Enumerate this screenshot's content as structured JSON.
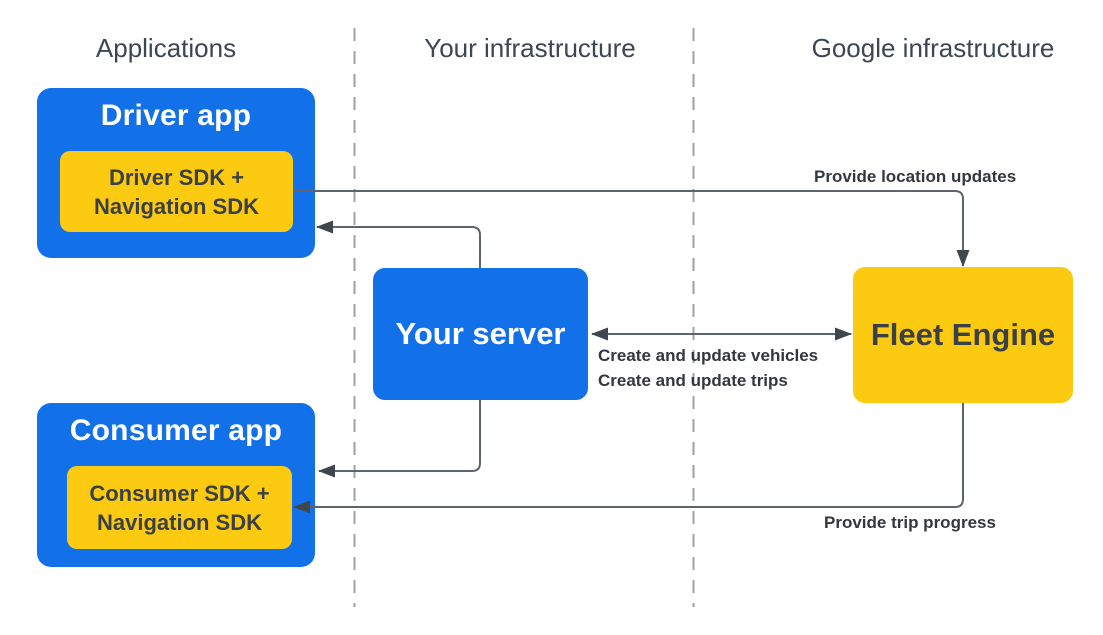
{
  "diagram": {
    "columns": [
      {
        "label": "Applications"
      },
      {
        "label": "Your infrastructure"
      },
      {
        "label": "Google infrastructure"
      }
    ],
    "nodes": {
      "driver_app": {
        "title": "Driver app",
        "sdk": {
          "line1": "Driver SDK +",
          "line2": "Navigation SDK"
        }
      },
      "your_server": {
        "title": "Your server"
      },
      "fleet_engine": {
        "title": "Fleet Engine"
      },
      "consumer_app": {
        "title": "Consumer app",
        "sdk": {
          "line1": "Consumer SDK +",
          "line2": "Navigation SDK"
        }
      }
    },
    "edge_labels": {
      "provide_location_updates": "Provide location updates",
      "create_and_update_vehicles": "Create and update vehicles",
      "create_and_update_trips": "Create and update trips",
      "provide_trip_progress": "Provide trip progress"
    },
    "colors": {
      "node_blue": "#1271e8",
      "node_yellow": "#fcca10",
      "node_title_on_blue": "#ffffff",
      "node_text_on_yellow": "#3b4045",
      "header_text": "#3d4653",
      "edge_label_text": "#33383e",
      "wire_line": "#5d646e",
      "arrowhead": "#3f464e",
      "separator_dash": "#9ca1a8",
      "background": "#ffffff"
    }
  }
}
